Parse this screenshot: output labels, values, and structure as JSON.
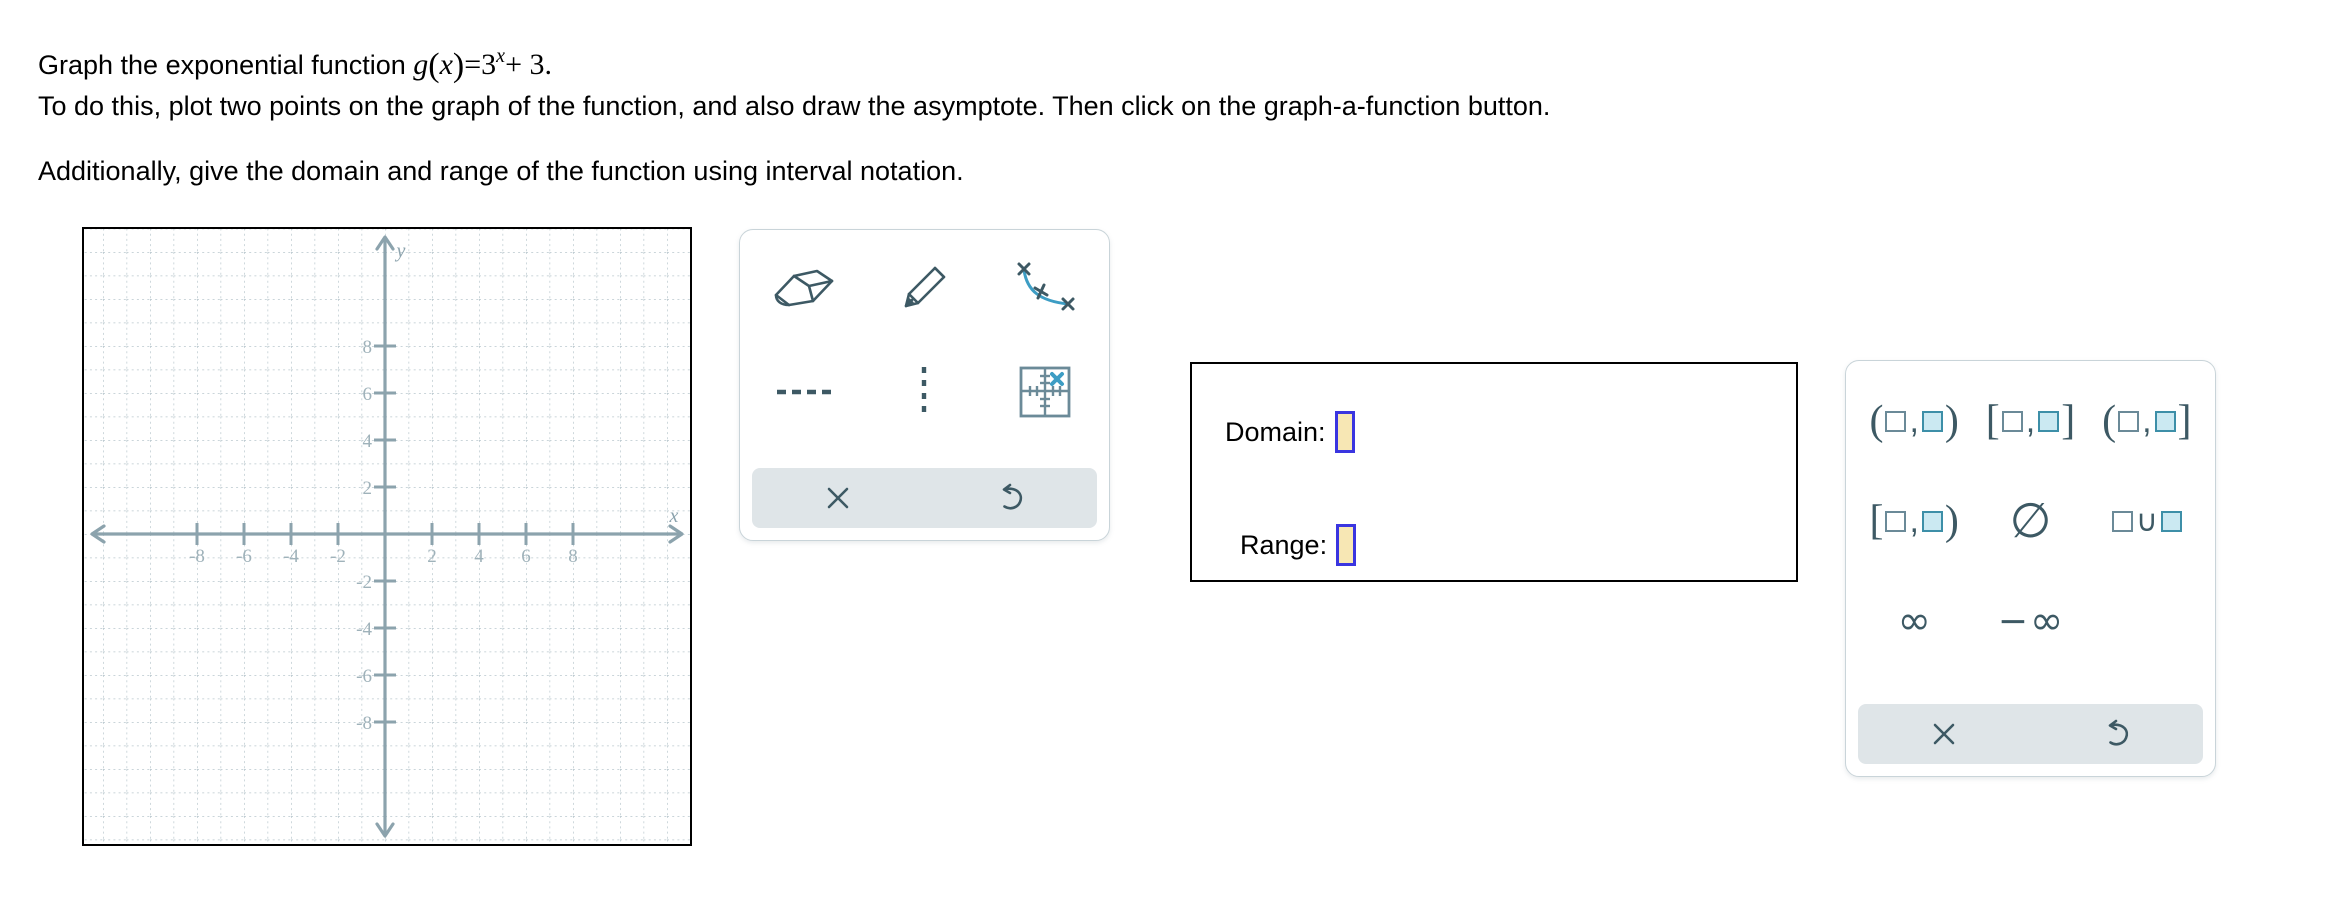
{
  "prompt": {
    "line1_prefix": "Graph the exponential function ",
    "line1_fn": "g",
    "line1_open": "(",
    "line1_var": "x",
    "line1_close": ")",
    "line1_eq": "=",
    "line1_base": "3",
    "line1_exp": "x",
    "line1_tail": "+ 3.",
    "line2": "To do this, plot two points on the graph of the function, and also draw the asymptote. Then click on the graph-a-function button.",
    "line3": "Additionally, give the domain and range of the function using interval notation."
  },
  "graph": {
    "x_axis_label": "x",
    "y_axis_label": "y",
    "x_tick_labels": [
      "-8",
      "-6",
      "-4",
      "-2",
      "2",
      "4",
      "6",
      "8"
    ],
    "x_tick_values": [
      -8,
      -6,
      -4,
      -2,
      2,
      4,
      6,
      8
    ],
    "y_tick_labels": [
      "8",
      "6",
      "4",
      "2",
      "-2",
      "-4",
      "-6",
      "-8"
    ],
    "y_tick_values": [
      8,
      6,
      4,
      2,
      -2,
      -4,
      -6,
      -8
    ],
    "x_range": [
      -9.8,
      10.0
    ],
    "y_range": [
      -10.8,
      11.2
    ],
    "grid_step": 1,
    "axis_color": "#8ca3ad",
    "grid_color": "#b9c7cd",
    "label_color": "#9fb2ba",
    "border_color": "#000000"
  },
  "draw_toolbar": {
    "tools": [
      {
        "name": "eraser-tool",
        "label": "Eraser"
      },
      {
        "name": "pencil-tool",
        "label": "Draw point"
      },
      {
        "name": "curve-tool",
        "label": "Draw curve through points"
      },
      {
        "name": "dashed-line-tool",
        "label": "Horizontal dashed asymptote"
      },
      {
        "name": "vertical-dotted-line-tool",
        "label": "Vertical dotted asymptote"
      },
      {
        "name": "graph-a-function-tool",
        "label": "Graph a function"
      }
    ],
    "footer": [
      {
        "name": "clear-button",
        "glyph": "✕",
        "label": "Clear"
      },
      {
        "name": "undo-button",
        "glyph": "↺",
        "label": "Undo"
      }
    ]
  },
  "answer": {
    "domain_label": "Domain:",
    "range_label": "Range:",
    "domain_value": "",
    "range_value": "",
    "input_fill": "#f7e7b4",
    "input_border": "#3a35e0"
  },
  "interval_palette": {
    "buttons": [
      {
        "name": "open-open-interval",
        "label": "(□,□)"
      },
      {
        "name": "closed-closed-interval",
        "label": "[□,□]"
      },
      {
        "name": "open-closed-interval",
        "label": "(□,□]"
      },
      {
        "name": "closed-open-interval",
        "label": "[□,□)"
      },
      {
        "name": "empty-set",
        "label": "∅"
      },
      {
        "name": "union",
        "label": "□∪□"
      },
      {
        "name": "infinity",
        "label": "∞"
      },
      {
        "name": "negative-infinity",
        "label": "−∞"
      }
    ],
    "footer": [
      {
        "name": "clear-button",
        "glyph": "✕",
        "label": "Clear"
      },
      {
        "name": "undo-button",
        "glyph": "↺",
        "label": "Undo"
      }
    ]
  },
  "colors": {
    "panel_border": "#c9d4d9",
    "footer_bg": "#dfe5e8",
    "icon_slate": "#3d5964",
    "icon_accent_blue": "#3d9dc4",
    "square_filled": "#cbe9f2"
  }
}
